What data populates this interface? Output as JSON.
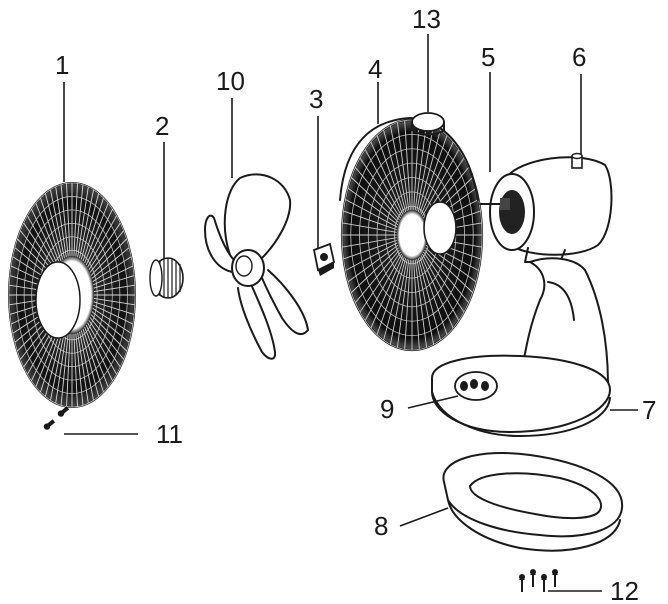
{
  "diagram": {
    "parts": [
      {
        "id": "1",
        "label": "1"
      },
      {
        "id": "2",
        "label": "2"
      },
      {
        "id": "3",
        "label": "3"
      },
      {
        "id": "4",
        "label": "4"
      },
      {
        "id": "5",
        "label": "5"
      },
      {
        "id": "6",
        "label": "6"
      },
      {
        "id": "7",
        "label": "7"
      },
      {
        "id": "8",
        "label": "8"
      },
      {
        "id": "9",
        "label": "9"
      },
      {
        "id": "10",
        "label": "10"
      },
      {
        "id": "11",
        "label": "11"
      },
      {
        "id": "12",
        "label": "12"
      },
      {
        "id": "13",
        "label": "13"
      }
    ]
  }
}
